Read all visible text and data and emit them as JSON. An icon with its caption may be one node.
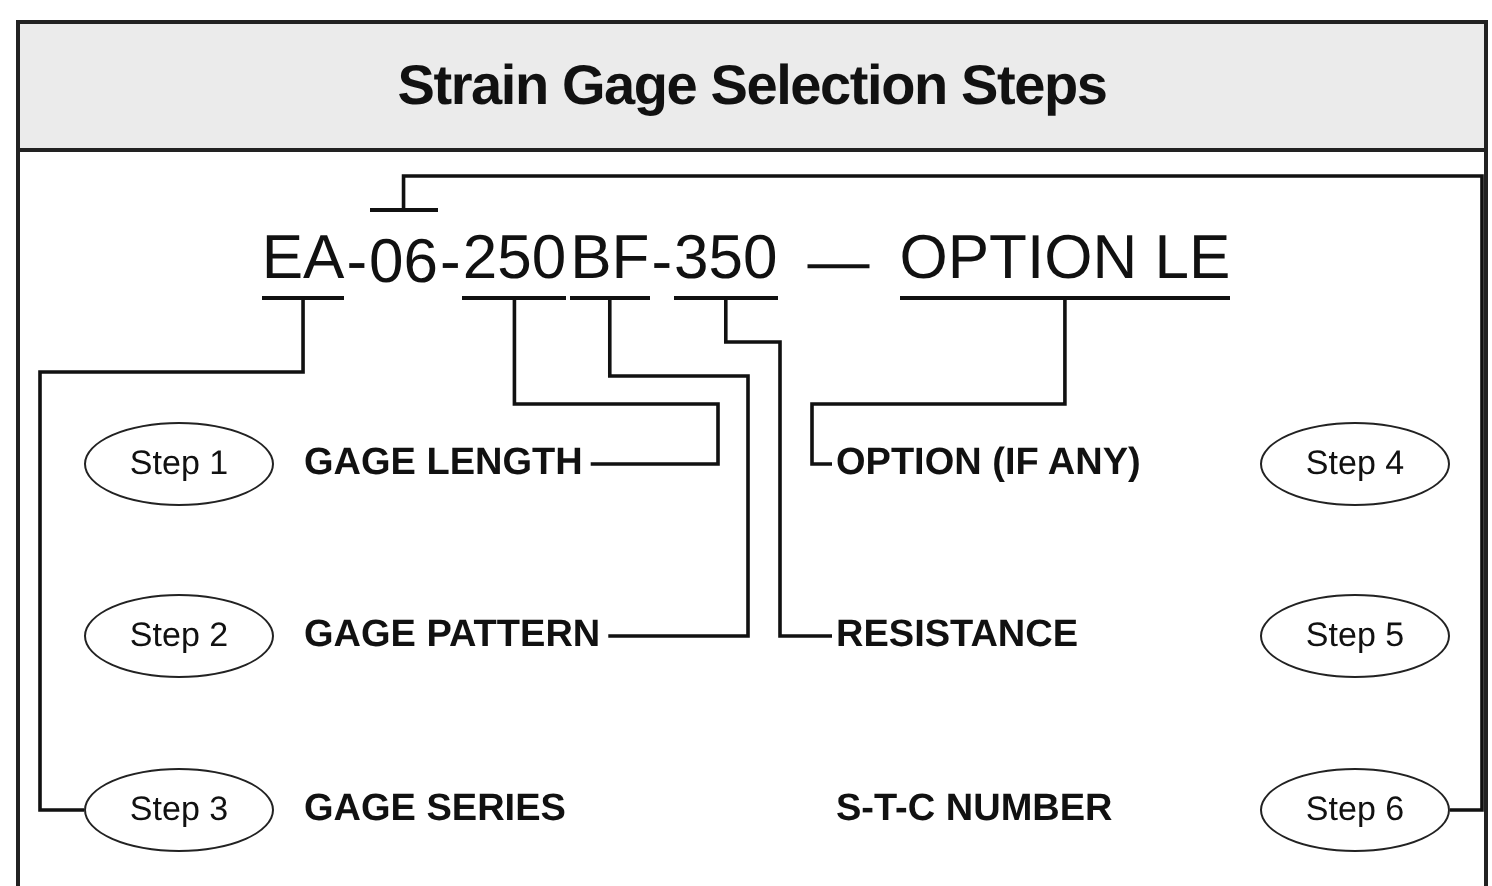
{
  "diagram": {
    "title": "Strain Gage Selection Steps",
    "nodes": [
      {
        "text": [
          "EA"
        ]
      },
      {
        "text": [
          "06"
        ]
      },
      {
        "text": [
          "250"
        ]
      },
      {
        "text": [
          "BF"
        ]
      },
      {
        "text": [
          "350"
        ]
      },
      {
        "text": [
          "OPTION LE"
        ]
      },
      {
        "text": [
          "Step 1"
        ]
      },
      {
        "text": [
          "GAGE LENGTH"
        ]
      },
      {
        "text": [
          "Step 2"
        ]
      },
      {
        "text": [
          "GAGE PATTERN"
        ]
      },
      {
        "text": [
          "Step 3"
        ]
      },
      {
        "text": [
          "GAGE SERIES"
        ]
      },
      {
        "text": [
          "OPTION (IF ANY)"
        ]
      },
      {
        "text": [
          "Step 4"
        ]
      },
      {
        "text": [
          "RESISTANCE"
        ]
      },
      {
        "text": [
          "Step 5"
        ]
      },
      {
        "text": [
          "S-T-C NUMBER"
        ]
      },
      {
        "text": [
          "Step 6"
        ]
      }
    ],
    "edges": [
      {
        "from": 0,
        "to": 10,
        "arrow": "none"
      },
      {
        "from": 1,
        "to": 17,
        "arrow": "none"
      },
      {
        "from": 2,
        "to": 7,
        "arrow": "none"
      },
      {
        "from": 3,
        "to": 9,
        "arrow": "none"
      },
      {
        "from": 4,
        "to": 14,
        "arrow": "none"
      },
      {
        "from": 5,
        "to": 12,
        "arrow": "none"
      }
    ],
    "labels": [
      "-",
      "-",
      "-",
      "—"
    ]
  }
}
